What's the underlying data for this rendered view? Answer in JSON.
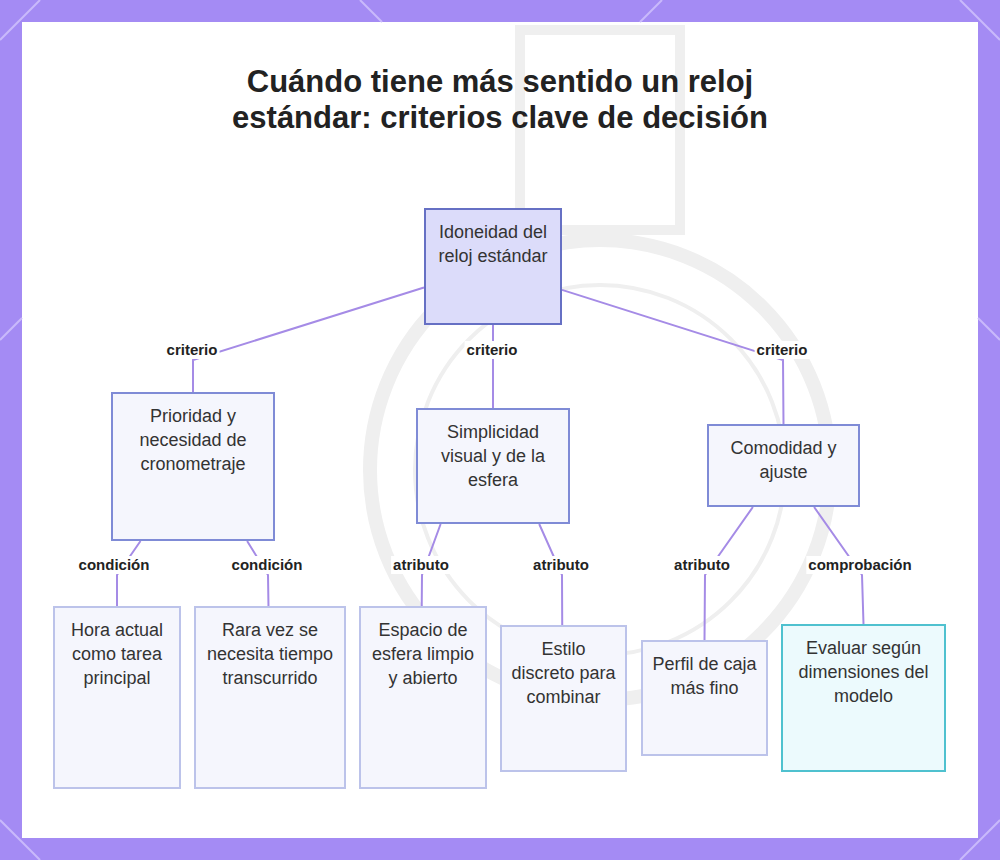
{
  "diagram": {
    "title": "Cuándo tiene más sentido un reloj estándar: criterios clave de decisión",
    "nodes": [
      {
        "text": [
          "Idoneidad del reloj estándar"
        ]
      },
      {
        "text": [
          "Prioridad y necesidad de cronometraje"
        ]
      },
      {
        "text": [
          "Simplicidad visual y de la esfera"
        ]
      },
      {
        "text": [
          "Comodidad y ajuste"
        ]
      },
      {
        "text": [
          "Hora actual como tarea principal"
        ]
      },
      {
        "text": [
          "Rara vez se necesita tiempo transcurrido"
        ]
      },
      {
        "text": [
          "Espacio de esfera limpio y abierto"
        ]
      },
      {
        "text": [
          "Estilo discreto para combinar"
        ]
      },
      {
        "text": [
          "Perfil de caja más fino"
        ]
      },
      {
        "text": [
          "Evaluar según dimensiones del modelo"
        ]
      }
    ],
    "edges": [
      {
        "from": 0,
        "to": 1,
        "label": "criterio",
        "arrow": "none"
      },
      {
        "from": 0,
        "to": 2,
        "label": "criterio",
        "arrow": "none"
      },
      {
        "from": 0,
        "to": 3,
        "label": "criterio",
        "arrow": "none"
      },
      {
        "from": 1,
        "to": 4,
        "label": "condición",
        "arrow": "none"
      },
      {
        "from": 1,
        "to": 5,
        "label": "condición",
        "arrow": "none"
      },
      {
        "from": 2,
        "to": 6,
        "label": "atributo",
        "arrow": "none"
      },
      {
        "from": 2,
        "to": 7,
        "label": "atributo",
        "arrow": "none"
      },
      {
        "from": 3,
        "to": 8,
        "label": "atributo",
        "arrow": "none"
      },
      {
        "from": 3,
        "to": 9,
        "label": "comprobación",
        "arrow": "none"
      }
    ]
  }
}
